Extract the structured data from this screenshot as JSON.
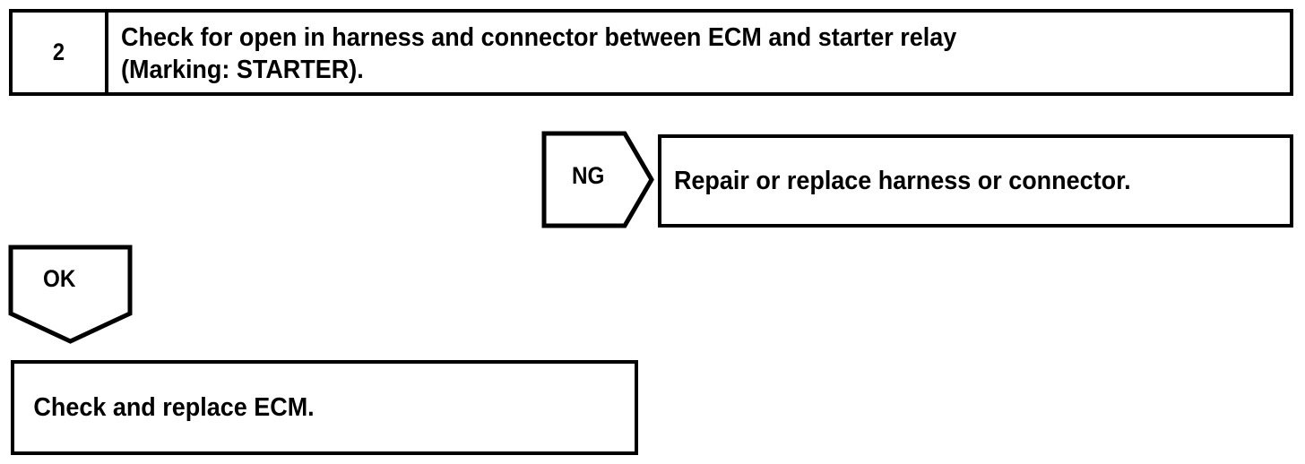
{
  "diagram": {
    "type": "troubleshooting-flowchart",
    "colors": {
      "line": "#000000",
      "background": "#ffffff",
      "text": "#000000"
    },
    "step": {
      "number": "2",
      "instruction_line1": "Check for open in harness and connector between ECM and starter relay",
      "instruction_line2": "(Marking: STARTER)."
    },
    "branches": {
      "ng": {
        "label": "NG",
        "result": "Repair or replace harness or connector."
      },
      "ok": {
        "label": "OK",
        "result": "Check and replace ECM."
      }
    }
  }
}
